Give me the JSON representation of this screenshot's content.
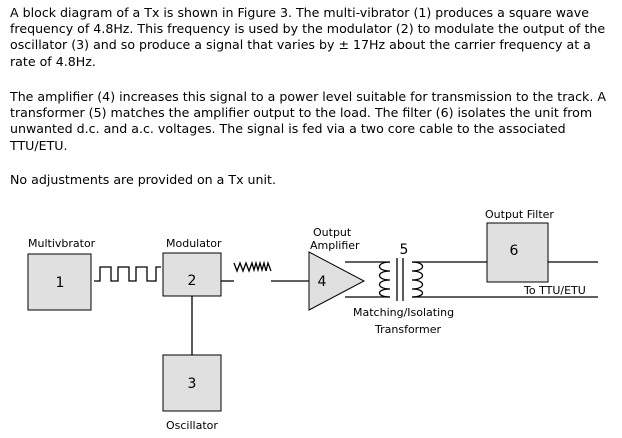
{
  "text": {
    "p1": "A block diagram of a Tx is shown in Figure 3.  The multi-vibrator (1) produces a square wave frequency of 4.8Hz.  This frequency is used by the modulator (2) to modulate the output of the oscillator (3) and so produce a signal that varies by ± 17Hz about the carrier frequency at a rate of 4.8Hz.",
    "p2": "The amplifier (4) increases this signal to a power level suitable for transmission to the track.  A transformer (5) matches the amplifier output to the load.  The filter (6) isolates the unit from unwanted d.c. and a.c. voltages.  The signal is fed via a two core cable to the associated TTU/ETU.",
    "p3": "No adjustments are provided on a Tx unit."
  },
  "diagram": {
    "multivibrator": {
      "label": "Multivbrator",
      "number": "1"
    },
    "modulator": {
      "label": "Modulator",
      "number": "2"
    },
    "oscillator": {
      "label": "Oscillator",
      "number": "3"
    },
    "amplifier": {
      "label_line1": "Output",
      "label_line2": "Amplifier",
      "number": "4"
    },
    "transformer": {
      "number": "5",
      "label_line1": "Matching/Isolating",
      "label_line2": "Transformer"
    },
    "filter": {
      "label": "Output Filter",
      "number": "6"
    },
    "output_label": "To TTU/ETU"
  }
}
